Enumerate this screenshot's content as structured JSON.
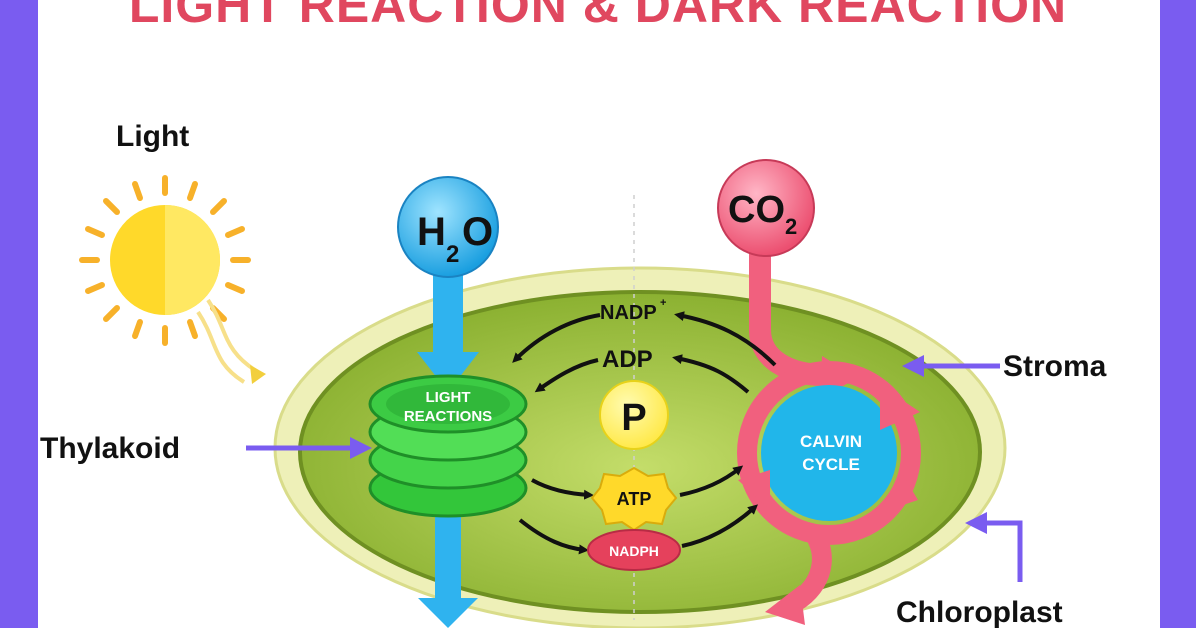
{
  "title": "LIGHT REACTION & DARK REACTION",
  "labels": {
    "light": "Light",
    "thylakoid": "Thylakoid",
    "stroma": "Stroma",
    "chloroplast": "Chloroplast",
    "light_reactions_line1": "LIGHT",
    "light_reactions_line2": "REACTIONS",
    "calvin_line1": "CALVIN",
    "calvin_line2": "CYCLE",
    "h2o_main": "H",
    "h2o_sub": "2",
    "h2o_tail": "O",
    "co2_main": "CO",
    "co2_sub": "2",
    "nadp": "NADP",
    "nadp_sup": "+",
    "adp": "ADP",
    "p": "P",
    "atp": "ATP",
    "nadph": "NADPH"
  },
  "colors": {
    "background_frame": "#7a5cf0",
    "title": "#e0475f",
    "chloroplast_outer": "#eef0b8",
    "chloroplast_inner": "#a9c94a",
    "thylakoid": "#4cd64c",
    "water_blue": "#2fb3ef",
    "co2_pink": "#f1607e",
    "calvin_blue": "#21b6ea",
    "pointer_arrow": "#7a5cf0",
    "sun": "#ffd92a"
  }
}
